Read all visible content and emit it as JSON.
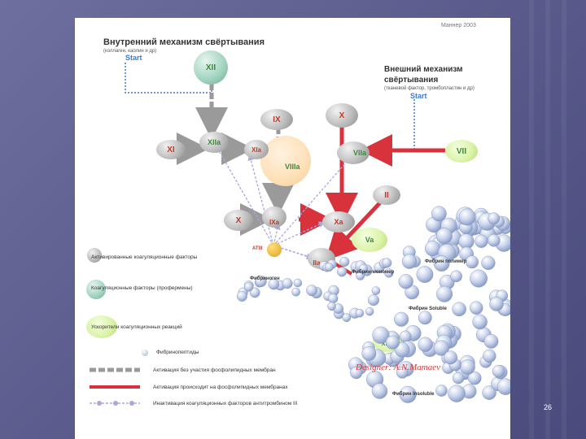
{
  "header": {
    "top_right": "Маннер 2003"
  },
  "intrinsic": {
    "title": "Внутренний механизм свёртывания",
    "subtitle": "(коллаген, каолин и др)",
    "start": "Start"
  },
  "extrinsic": {
    "title_line1": "Внешний механизм",
    "title_line2": "свёртывания",
    "subtitle": "(тканевой фактор, тромбопластин и др)",
    "start": "Start"
  },
  "factors": {
    "xii": "XII",
    "ix": "IX",
    "x_top": "X",
    "xi": "XI",
    "xiia": "XIIa",
    "xia": "XIa",
    "viiia": "VIIIa",
    "viia": "VIIa",
    "vii": "VII",
    "ii": "II",
    "x_left": "X",
    "xa": "Xa",
    "va": "Va",
    "iia": "IIa",
    "ixa": "IXa",
    "xiiia": "XIIIa",
    "atiii": "ATIII"
  },
  "fibrin": {
    "monomer": "Фибрин-мономер",
    "polymer": "Фибрин полимер",
    "fibrinogen": "Фибриноген",
    "soluble": "Фибрин Soluble",
    "insoluble": "Фибрин Insoluble"
  },
  "legend": {
    "activated": "Активированные коагуляционные факторы",
    "coag_factors": "Коагуляционные факторы (профермены)",
    "accelerators": "Ускорители коагуляционных реакций",
    "fibrinopeptides": "Фибринопептиды",
    "line_grey": "Активация без участия фосфолипидных мембран",
    "line_red": "Активация происходит на фосфолипидных мембранах",
    "line_blue": "Инактивация коагуляционных факторов антитромбином III"
  },
  "designer": "Designer: A.N.Mamaev",
  "page_number": "26",
  "colors": {
    "grey_arrow": "#9a9a9a",
    "red_arrow": "#d8323c",
    "blue_dotted": "#3a7bd5",
    "lilac_dashed": "#b5b5e6"
  }
}
